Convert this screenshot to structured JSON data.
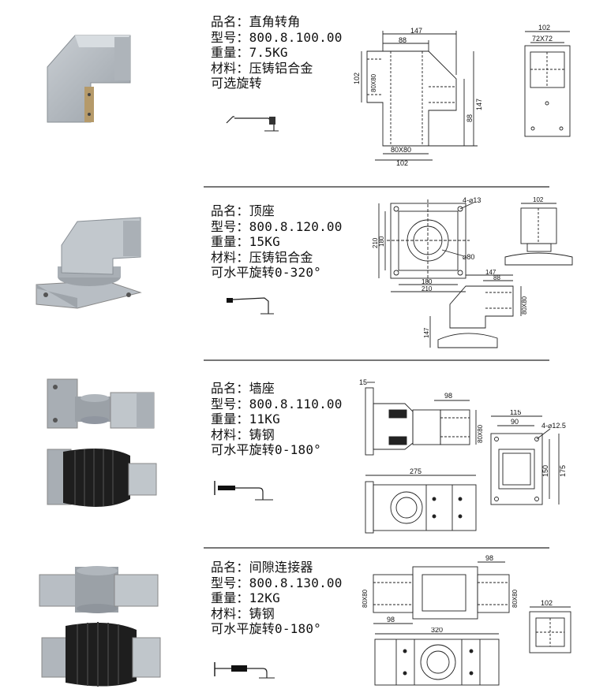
{
  "products": [
    {
      "name_line": "品名：直角转角",
      "model_line": "型号：800.8.100.00",
      "weight_line": "重量：7.5KG",
      "material_line": "材料：压铸铝合金",
      "rotation_line": "可选旋转",
      "dims": {
        "top_width": "147",
        "top_inner": "88",
        "left_size": "80X80",
        "left_height": "102",
        "right_height": "147",
        "right_inner": "88",
        "bottom_size": "80X80",
        "bottom_width": "102",
        "end_width": "102",
        "end_inner": "72X72"
      }
    },
    {
      "name_line": "品名：顶座",
      "model_line": "型号：800.8.120.00",
      "weight_line": "重量：15KG",
      "material_line": "材料：压铸铝合金",
      "rotation_line": "可水平旋转0-320°",
      "dims": {
        "hole": "4-⌀13",
        "outer_v": "210",
        "inner_v": "180",
        "bore": "⌀80",
        "inner_h": "180",
        "outer_h": "210",
        "side_width": "102",
        "arm_width": "147",
        "arm_inner": "88",
        "arm_section": "80X80",
        "arm_height": "147"
      }
    },
    {
      "name_line": "品名：墙座",
      "model_line": "型号：800.8.110.00",
      "weight_line": "重量：11KG",
      "material_line": "材料：铸钢",
      "rotation_line": "可水平旋转0-180°",
      "dims": {
        "plate": "15",
        "arm_len": "98",
        "arm_section": "80X80",
        "plate_w": "115",
        "plate_inner": "90",
        "hole": "4-⌀12.5",
        "plate_inner_h": "150",
        "plate_h": "175",
        "total_len": "275"
      }
    },
    {
      "name_line": "品名：间隙连接器",
      "model_line": "型号：800.8.130.00",
      "weight_line": "重量：12KG",
      "material_line": "材料：铸钢",
      "rotation_line": "可水平旋转0-180°",
      "dims": {
        "right_len": "98",
        "left_section": "80X80",
        "right_section": "80X80",
        "left_len": "98",
        "total_len": "320",
        "end_width": "102"
      }
    }
  ]
}
